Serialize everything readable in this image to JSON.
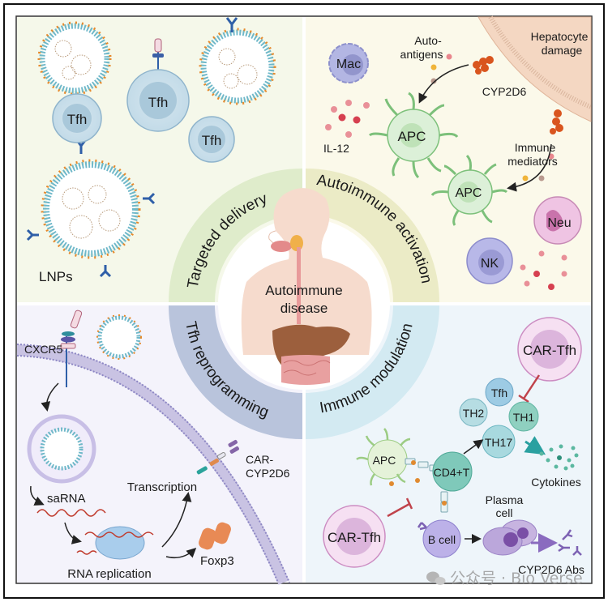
{
  "figure": {
    "center": {
      "title_line1": "Autoimmune",
      "title_line2": "disease"
    },
    "ring_segments": [
      {
        "label": "Targeted delivery",
        "color": "#dfeccb"
      },
      {
        "label": "Autoimmune activation",
        "color": "#ebebc6"
      },
      {
        "label": "Tfh reprogramming",
        "color": "#b9c4dc"
      },
      {
        "label": "Immune modulation",
        "color": "#d3eaf2"
      }
    ],
    "panels": {
      "targeted_delivery": {
        "bg": "#f5f8ea",
        "cells": [
          "Tfh",
          "Tfh",
          "Tfh"
        ],
        "lnp_label": "LNPs"
      },
      "autoimmune_activation": {
        "bg": "#fbf9ea",
        "mac": "Mac",
        "auto_antigens": [
          "Auto-",
          "antigens"
        ],
        "hepatocyte": [
          "Hepatocyte",
          "damage"
        ],
        "cyp": "CYP2D6",
        "il12": "IL-12",
        "apc1": "APC",
        "apc2": "APC",
        "immune_mediators": [
          "Immune",
          "mediators"
        ],
        "neu": "Neu",
        "nk": "NK"
      },
      "tfh_reprogramming": {
        "bg": "#f4f3fb",
        "cxcr5": "CXCR5",
        "sarna": "saRNA",
        "transcription": "Transcription",
        "car": [
          "CAR-",
          "CYP2D6"
        ],
        "rna_replication": "RNA replication",
        "foxp3": "Foxp3"
      },
      "immune_modulation": {
        "bg": "#eef5fa",
        "car_tfh_top": "CAR-Tfh",
        "car_tfh_bottom": "CAR-Tfh",
        "tfh": "Tfh",
        "th2": "TH2",
        "th1": "TH1",
        "th17": "TH17",
        "apc": "APC",
        "cd4": "CD4+T",
        "cytokines": "Cytokines",
        "plasma": [
          "Plasma",
          "cell"
        ],
        "bcell": "B cell",
        "abs": "CYP2D6 Abs"
      }
    },
    "watermark": "公众号 · Bio Verse"
  }
}
